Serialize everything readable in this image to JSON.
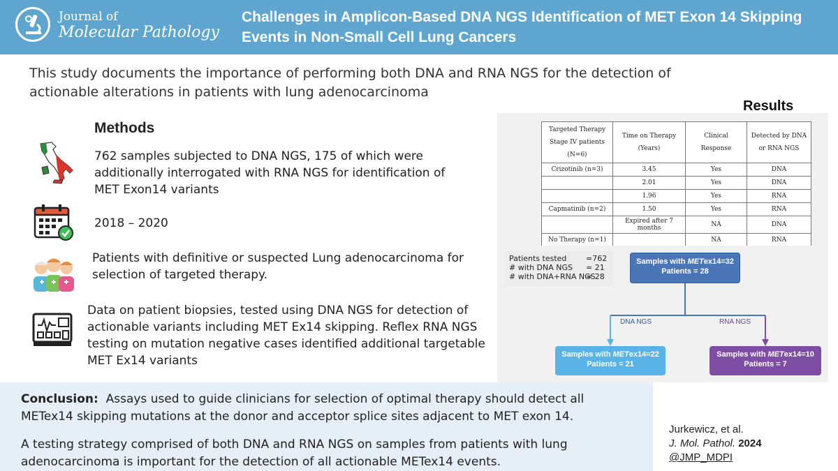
{
  "header": {
    "journal_small": "Journal of",
    "journal_big": "Molecular Pathology",
    "title": "Challenges in Amplicon-Based DNA NGS Identification of MET Exon 14 Skipping Events in Non-Small Cell Lung Cancers",
    "bg_color": "#5ea6cf"
  },
  "intro": "This study documents the importance of performing both DNA and RNA NGS for the detection of actionable alterations in patients with lung adenocarcinoma",
  "methods": {
    "heading": "Methods",
    "items": [
      {
        "icon": "italy-map-icon",
        "text": "762 samples subjected to DNA NGS, 175 of which were additionally interrogated with RNA NGS for identification of MET Exon14 variants"
      },
      {
        "icon": "calendar-icon",
        "text": "2018 – 2020"
      },
      {
        "icon": "patients-group-icon",
        "text": "Patients with definitive or suspected Lung adenocarcinoma for selection of targeted therapy."
      },
      {
        "icon": "monitor-icon",
        "text": "Data on patient biopsies, tested using DNA NGS for detection of actionable variants including MET Ex14 skipping. Reflex RNA NGS testing on mutation negative cases identified additional targetable MET Ex14 variants"
      }
    ]
  },
  "results": {
    "heading": "Results",
    "table": {
      "headers": [
        "Targeted Therapy Stage IV patients (N=6)",
        "Time on Therapy (Years)",
        "Clinical Response",
        "Detected by DNA or RNA NGS"
      ],
      "rows": [
        [
          "Crizotinib (n=3)",
          "3.45",
          "Yes",
          "DNA"
        ],
        [
          "",
          "2.01",
          "Yes",
          "DNA"
        ],
        [
          "",
          "1.96",
          "Yes",
          "RNA"
        ],
        [
          "Capmatinib (n=2)",
          "1.50",
          "Yes",
          "RNA"
        ],
        [
          "",
          "Expired after 7 months",
          "NA",
          "DNA"
        ],
        [
          "No Therapy (n=1)",
          "",
          "NA",
          "RNA"
        ]
      ]
    },
    "stats": [
      {
        "label": "Patients tested",
        "value": "=762"
      },
      {
        "label": "# with DNA NGS",
        "value": "= 21"
      },
      {
        "label": "# with DNA+RNA NGS",
        "value": "= 28"
      }
    ],
    "flow": {
      "top_line1_prefix": "Samples with ",
      "top_line1_italic": "MET",
      "top_line1_suffix": "ex14=32",
      "top_line2": "Patients = 28",
      "dna_label": "DNA NGS",
      "rna_label": "RNA NGS",
      "left_line1_prefix": "Samples with ",
      "left_line1_italic": "MET",
      "left_line1_suffix": "ex14=22",
      "left_line2": "Patients = 21",
      "right_line1_prefix": "Samples with ",
      "right_line1_italic": "MET",
      "right_line1_suffix": "ex14=10",
      "right_line2": "Patients = 7"
    }
  },
  "conclusion": {
    "label": "Conclusion:",
    "text1": "Assays used to guide clinicians for selection of optimal therapy should detect all METex14 skipping mutations at the donor and acceptor splice sites adjacent to MET exon 14.",
    "text2": "A testing strategy comprised of both DNA and RNA NGS on samples from patients with lung adenocarcinoma is important for the detection of all actionable METex14 events."
  },
  "citation": {
    "authors": "Jurkewicz, et al.",
    "journal": "J. Mol. Pathol.",
    "year": "2024",
    "handle": "@JMP_MDPI"
  }
}
